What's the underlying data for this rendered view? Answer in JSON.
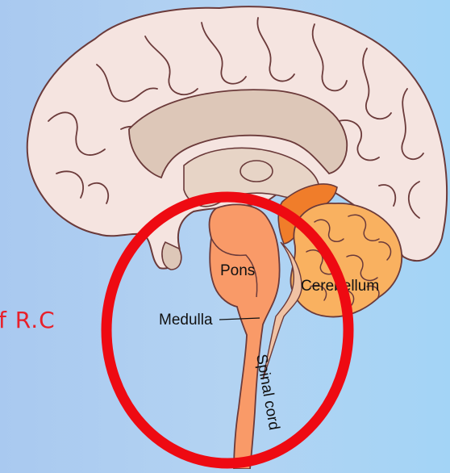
{
  "labels": {
    "pons": "Pons",
    "cerebellum": "Cerebellum",
    "medulla": "Medulla",
    "spinal_cord": "Spinal cord"
  },
  "side_text": "f R.C",
  "colors": {
    "background": "#a9c9f0",
    "cerebrum": "#f5e4e0",
    "cerebrum_outline": "#6b3a3a",
    "inner_structure": "#ddc7b8",
    "brainstem": "#f99a68",
    "cerebellum": "#f9b160",
    "cerebellum_dark": "#f07d2a",
    "highlight_circle": "#ee0a12",
    "side_text": "#e8202a"
  }
}
